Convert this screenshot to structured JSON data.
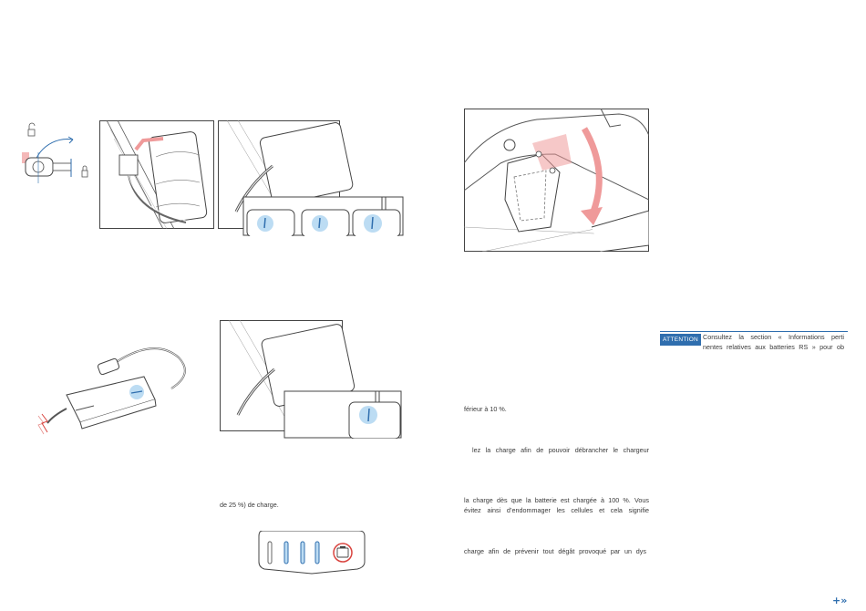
{
  "notice": {
    "badge": "ATTENTION",
    "line1": "Consultez la section « Informations perti",
    "line2": "nentes relatives aux batteries RS » pour ob"
  },
  "left_column": {
    "caption": "de 25 %) de charge."
  },
  "right_column": {
    "text_1": "férieur à 10 %.",
    "text_2": "lez la charge afin de pouvoir débrancher le chargeur",
    "text_3_line1": "la charge dès que la batterie est chargée à 100 %. Vous",
    "text_3_line2": "évitez ainsi d’endommager les cellules et cela signifie",
    "text_4": "charge afin de prévenir tout dégât provoqué par un dys"
  },
  "footer": {
    "next_arrow": "+»"
  },
  "colors": {
    "accent_blue": "#2f6eae",
    "led_blue": "#bcdcf3",
    "alert_red": "#d9443f",
    "arrow_pink": "#ef9a9a",
    "line_art": "#4a4a4a"
  }
}
